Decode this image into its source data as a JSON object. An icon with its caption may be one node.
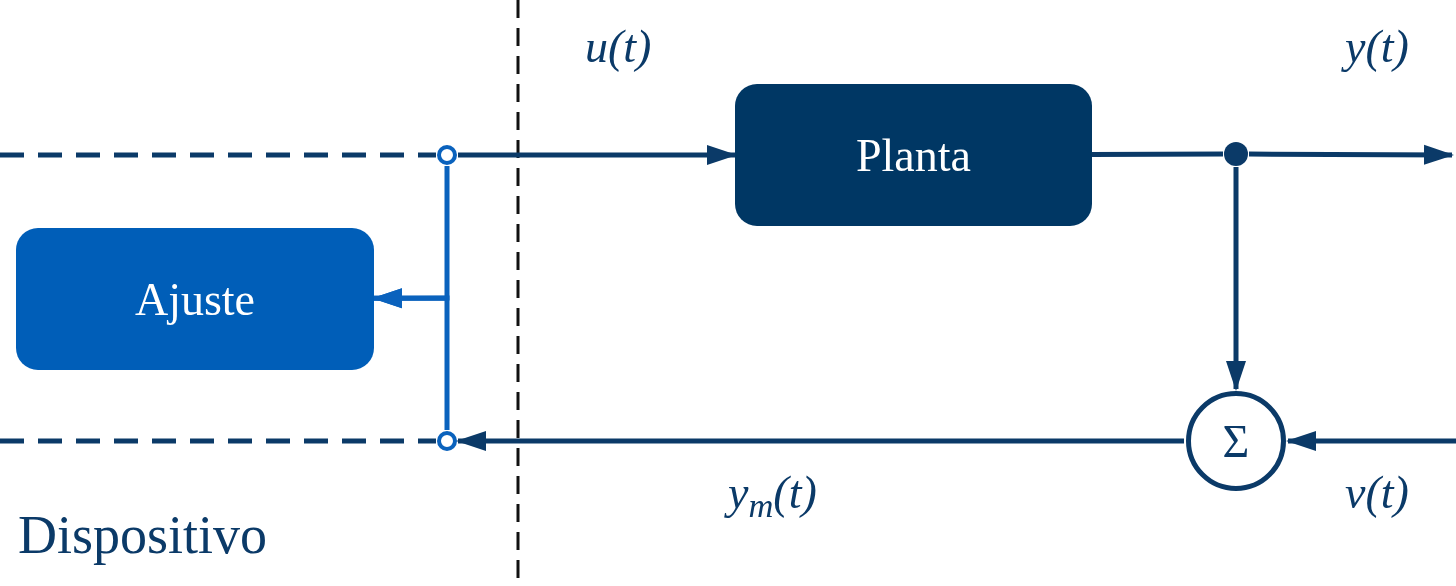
{
  "diagram": {
    "nodes": [
      {
        "text": [
          "Ajuste"
        ]
      },
      {
        "text": [
          "Planta"
        ]
      },
      {
        "text": [
          "Σ"
        ]
      },
      {
        "text": [],
        "shape": "circle"
      },
      {
        "text": [],
        "shape": "circle"
      },
      {
        "text": [],
        "shape": "circle"
      }
    ],
    "edges": [
      {
        "from": null,
        "to": 4,
        "arrow": "none",
        "style": "dashed"
      },
      {
        "from": null,
        "to": 5,
        "arrow": "none",
        "style": "dashed"
      },
      {
        "from": 4,
        "to": 1,
        "arrow": "to"
      },
      {
        "from": 1,
        "to": 3,
        "arrow": "none"
      },
      {
        "from": 3,
        "to": null,
        "arrow": "to"
      },
      {
        "from": 3,
        "to": 2,
        "arrow": "to"
      },
      {
        "from": null,
        "to": 2,
        "arrow": "to"
      },
      {
        "from": 2,
        "to": 5,
        "arrow": "to"
      },
      {
        "from": 4,
        "to": 0,
        "arrow": "to",
        "color": "#0a62bd"
      },
      {
        "from": 5,
        "to": 0,
        "arrow": "to",
        "color": "#0a62bd"
      }
    ],
    "labels": [
      "u(t)",
      "y(t)",
      "y$_{m}$(t)",
      "v(t)",
      "Dispositivo"
    ]
  }
}
